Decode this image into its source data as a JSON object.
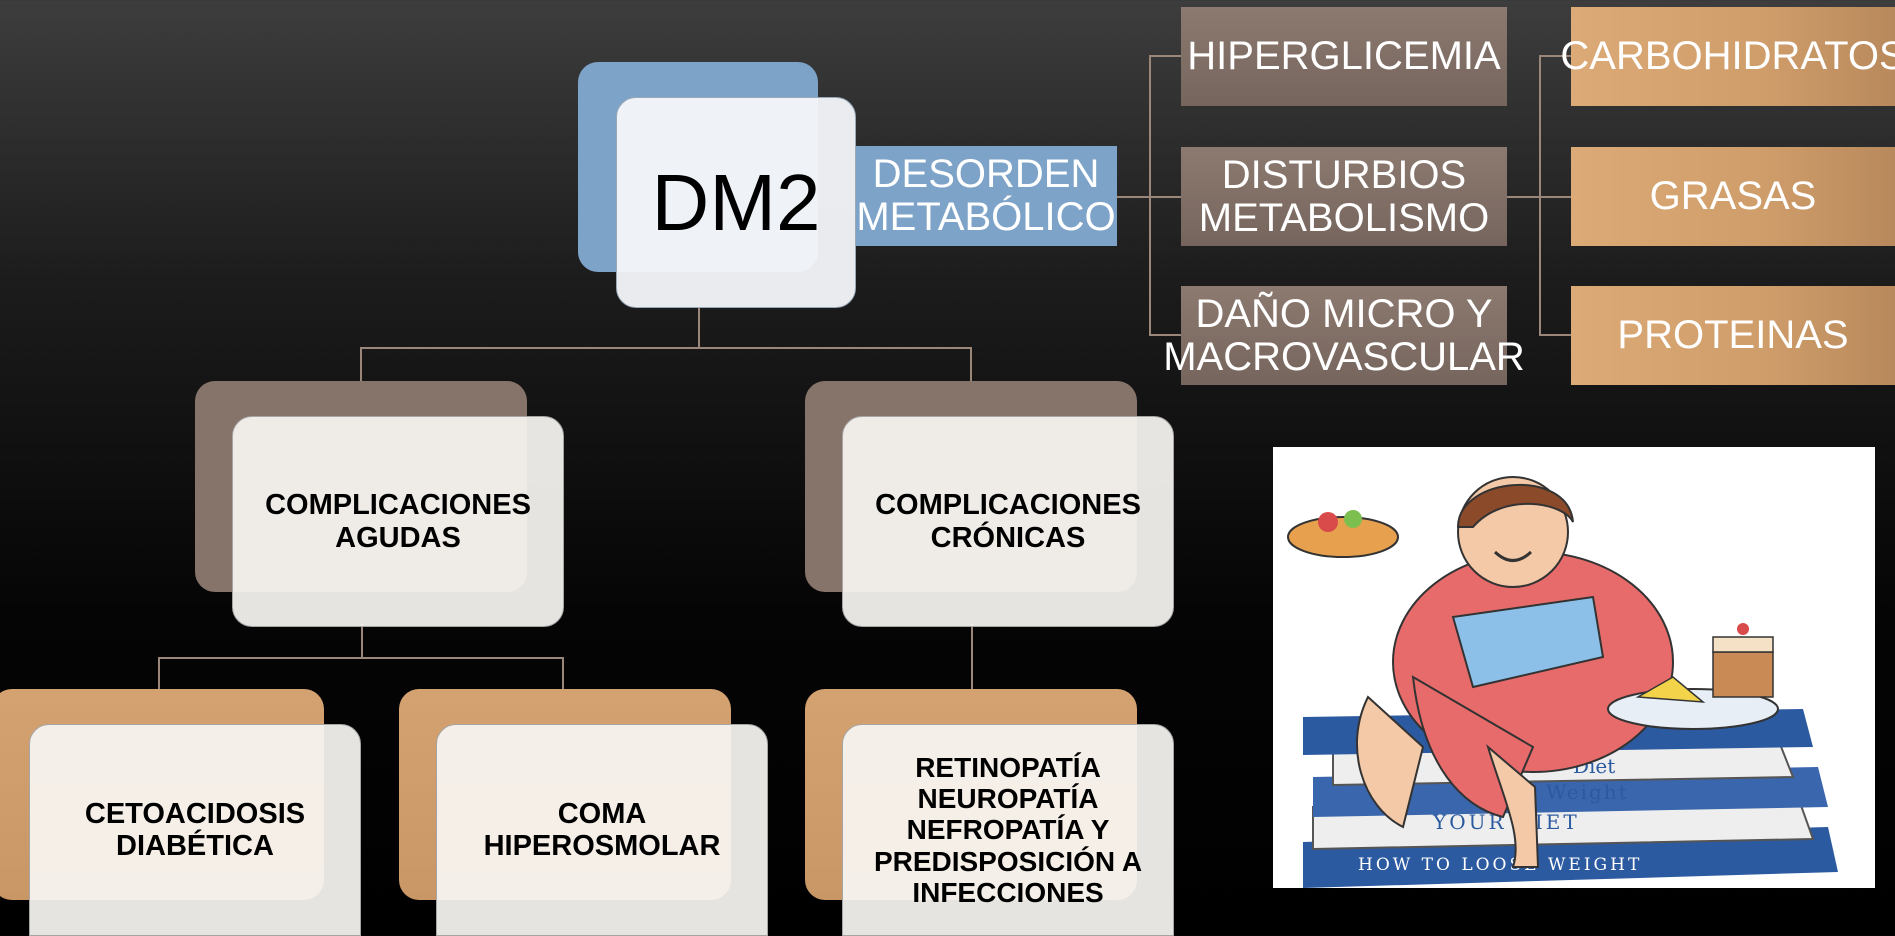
{
  "root": {
    "label": "DM2",
    "desorden": "DESORDEN\nMETABÓLICO"
  },
  "metabolic": [
    "HIPERGLICEMIA",
    "DISTURBIOS\nMETABOLISMO",
    "DAÑO MICRO Y\nMACROVASCULAR"
  ],
  "nutrients": [
    "CARBOHIDRATOS",
    "GRASAS",
    "PROTEINAS"
  ],
  "complications": {
    "acute": {
      "label": "COMPLICACIONES\nAGUDAS",
      "children": [
        "CETOACIDOSIS\nDIABÉTICA",
        "COMA\nHIPEROSMOLAR"
      ]
    },
    "chronic": {
      "label": "COMPLICACIONES\nCRÓNICAS",
      "children": [
        "RETINOPATÍA\nNEUROPATÍA\nNEFROPATÍA Y\nPREDISPOSICIÓN A\nINFECCIONES"
      ]
    }
  },
  "illustration": {
    "books": [
      "Diet",
      "Loose Weight",
      "YOUR DIET",
      "HOW TO LOOSE WEIGHT"
    ]
  },
  "colors": {
    "blue": "#7ea3c8",
    "brown": "#86736a",
    "orange": "#d4a270"
  }
}
